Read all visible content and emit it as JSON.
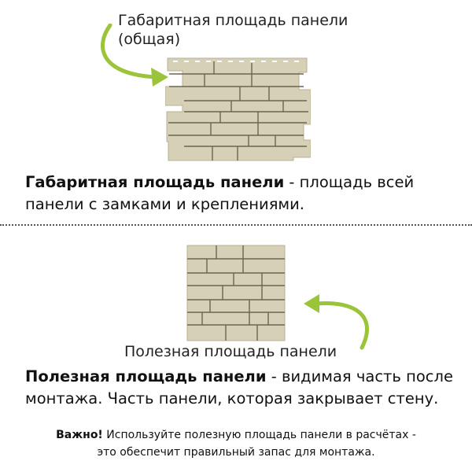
{
  "top": {
    "caption_line1": "Габаритная площадь панели",
    "caption_line2": "(общая)",
    "desc_bold": "Габаритная площадь панели",
    "desc_rest": " - площадь всей панели с замками и креплениями."
  },
  "bottom": {
    "caption": "Полезная площадь панели",
    "desc_bold": "Полезная площадь панели",
    "desc_rest": " - видимая часть после монтажа. Часть панели, которая закрывает стену."
  },
  "note": {
    "bold": "Важно!",
    "line1": " Используйте полезную площадь панели в расчётах -",
    "line2": "это обеспечит правильный запас для монтажа."
  },
  "colors": {
    "arrow": "#9cc43a",
    "stone": "#d6d0b6",
    "joint": "#6b6550"
  },
  "icons": [
    "curved-arrow-icon"
  ]
}
